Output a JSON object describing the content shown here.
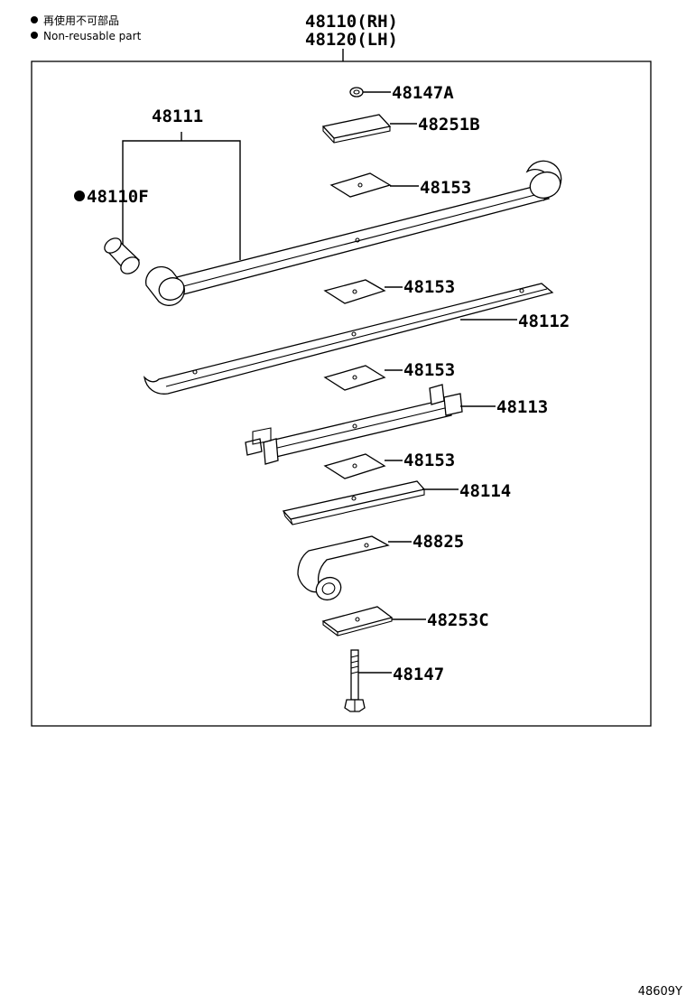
{
  "legend": {
    "non_reusable_ja": "再使用不可部品",
    "non_reusable_en": "Non-reusable part"
  },
  "assembly": {
    "rh": "48110(RH)",
    "lh": "48120(LH)"
  },
  "parts": {
    "p48147A": "48147A",
    "p48251B": "48251B",
    "p48111": "48111",
    "p48110F": "48110F",
    "p48153_a": "48153",
    "p48153_b": "48153",
    "p48112": "48112",
    "p48153_c": "48153",
    "p48113": "48113",
    "p48153_d": "48153",
    "p48114": "48114",
    "p48825": "48825",
    "p48253C": "48253C",
    "p48147": "48147"
  },
  "diagram_id": "48609Y"
}
